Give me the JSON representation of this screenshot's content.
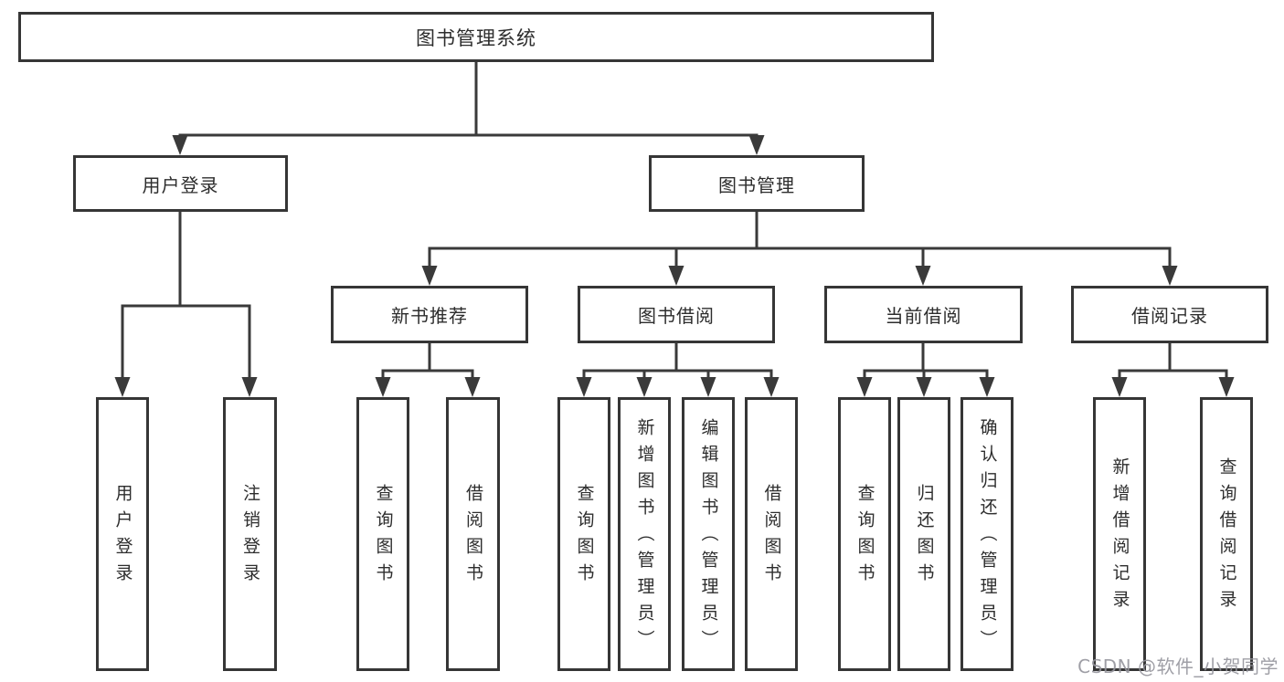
{
  "diagram": {
    "title": "图书管理系统",
    "tree": {
      "label": "图书管理系统",
      "children": [
        {
          "label": "用户登录",
          "children": [
            {
              "label": "用户登录"
            },
            {
              "label": "注销登录"
            }
          ]
        },
        {
          "label": "图书管理",
          "children": [
            {
              "label": "新书推荐",
              "children": [
                {
                  "label": "查询图书"
                },
                {
                  "label": "借阅图书"
                }
              ]
            },
            {
              "label": "图书借阅",
              "children": [
                {
                  "label": "查询图书"
                },
                {
                  "label": "新增图书（管理员）"
                },
                {
                  "label": "编辑图书（管理员）"
                },
                {
                  "label": "借阅图书"
                }
              ]
            },
            {
              "label": "当前借阅",
              "children": [
                {
                  "label": "查询图书"
                },
                {
                  "label": "归还图书"
                },
                {
                  "label": "确认归还（管理员）"
                }
              ]
            },
            {
              "label": "借阅记录",
              "children": [
                {
                  "label": "新增借阅记录"
                },
                {
                  "label": "查询借阅记录"
                }
              ]
            }
          ]
        }
      ]
    }
  },
  "watermark": {
    "text": "CSDN @软件_小贺同学"
  },
  "colors": {
    "line": "#3a3a3a",
    "box_border": "#363636",
    "text": "#2d2d2d",
    "background": "#ffffff",
    "watermark": "#95959d"
  }
}
